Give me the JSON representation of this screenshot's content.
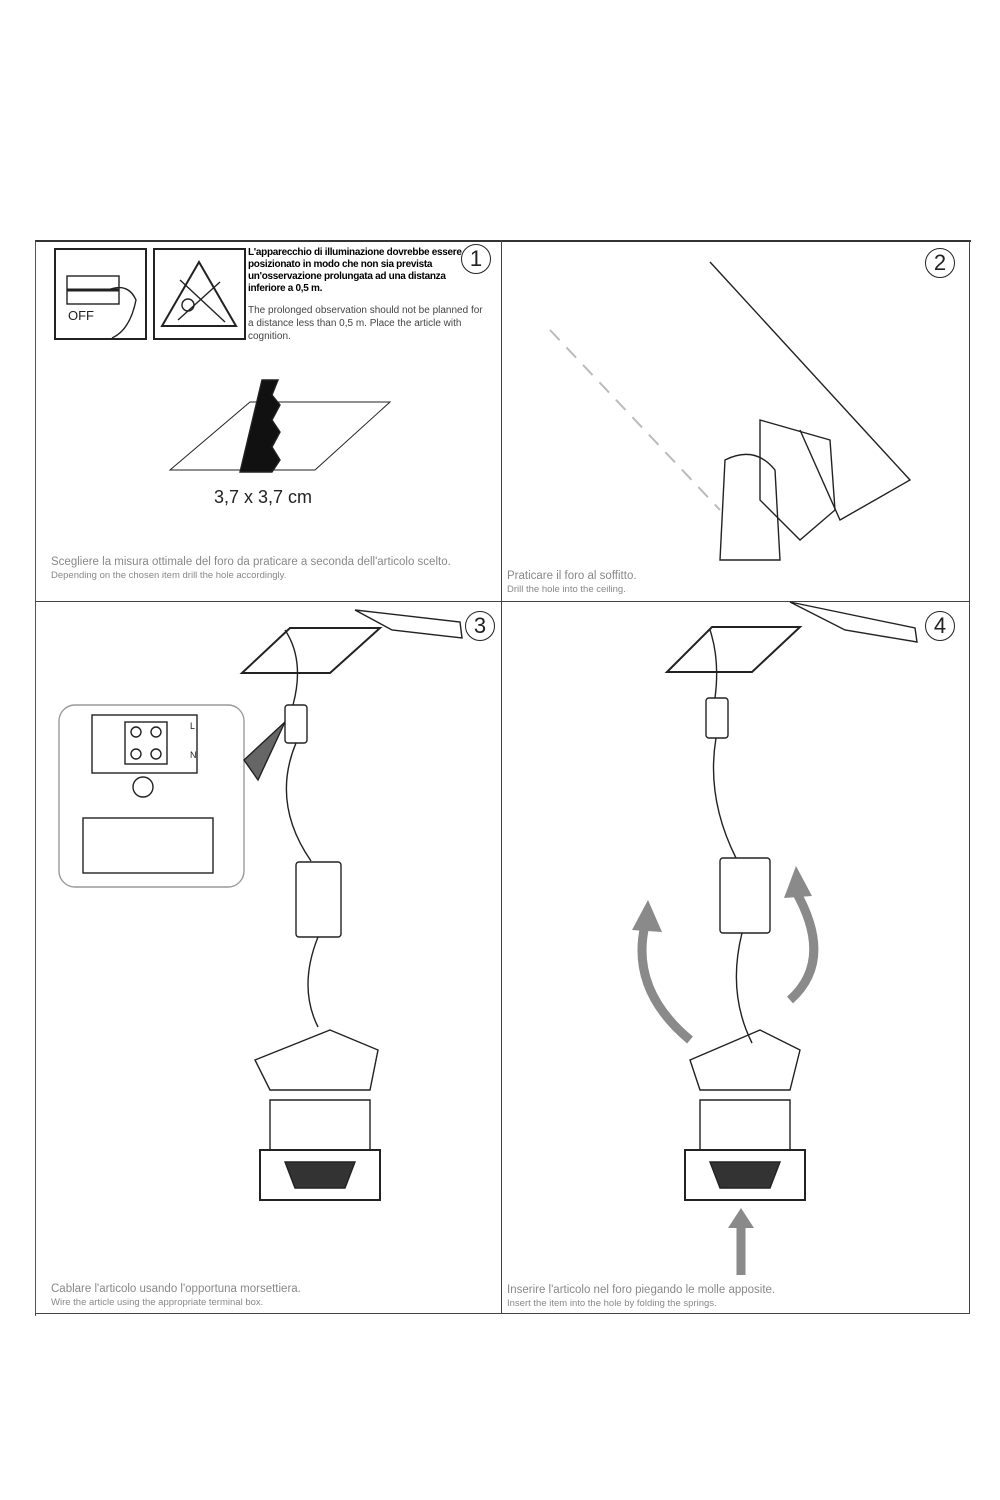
{
  "steps": [
    {
      "number": "1",
      "caption_it": "Scegliere la misura ottimale del foro da praticare a seconda dell'articolo scelto.",
      "caption_en": "Depending on the chosen item drill the hole accordingly."
    },
    {
      "number": "2",
      "caption_it": "Praticare il foro al soffitto.",
      "caption_en": "Drill the hole into the ceiling."
    },
    {
      "number": "3",
      "caption_it": "Cablare l'articolo usando l'opportuna morsettiera.",
      "caption_en": "Wire the article using the appropriate terminal box."
    },
    {
      "number": "4",
      "caption_it": "Inserire l'articolo nel foro piegando le molle apposite.",
      "caption_en": "Insert the item into the hole by folding the springs."
    }
  ],
  "warning": {
    "it": "L'apparecchio di illuminazione dovrebbe essere posizionato in modo che non sia prevista un'osservazione prolungata ad una distanza inferiore a 0,5 m.",
    "en": "The prolonged observation should not be planned for a distance less than 0,5 m. Place the article with cognition."
  },
  "off_label": "OFF",
  "hole_dimension": "3,7 x 3,7 cm",
  "terminal_labels": {
    "l": "L",
    "n": "N"
  },
  "colors": {
    "line": "#222222",
    "arrow": "#8a8a8a",
    "caption": "#888888"
  }
}
